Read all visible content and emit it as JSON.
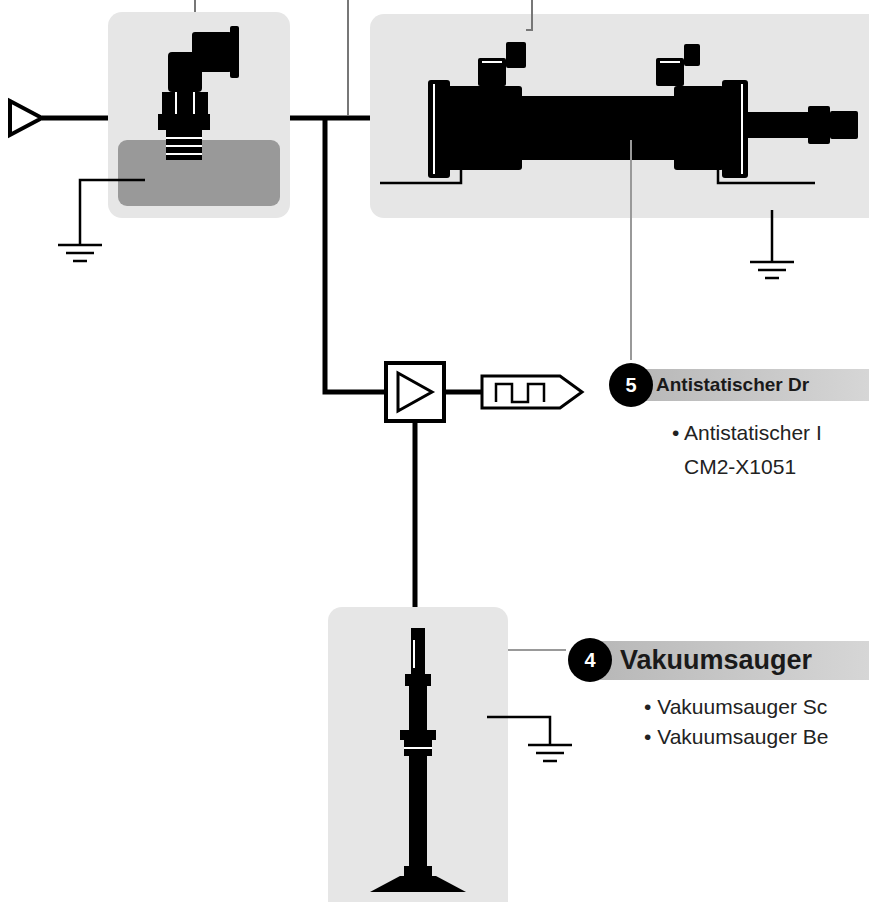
{
  "diagram": {
    "nodes": [
      {
        "text": [
          "5"
        ]
      },
      {
        "text": [
          "Antistatischer Dr"
        ]
      },
      {
        "text": [
          "4"
        ]
      },
      {
        "text": [
          "Vakuumsauger"
        ]
      }
    ],
    "labels": [
      "• Antistatischer I",
      "CM2-X1051",
      "• Vakuumsauger Sc",
      "• Vakuumsauger Be"
    ]
  }
}
